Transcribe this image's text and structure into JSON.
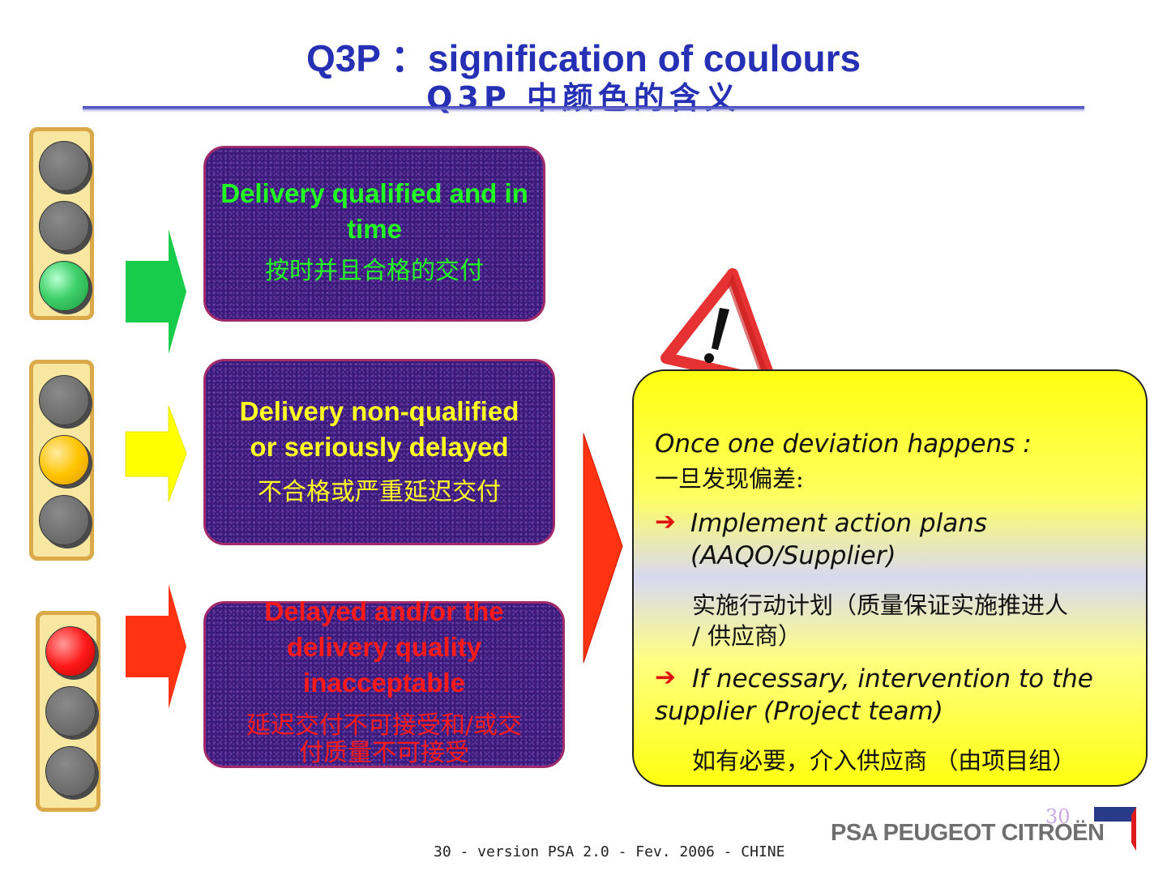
{
  "title": {
    "line1": "Q3P ：signification of coulours",
    "line2": "Q3P 中颜色的含义"
  },
  "boxes": {
    "green": {
      "en": "Delivery qualified and in time",
      "cn": "按时并且合格的交付",
      "text_color": "#22ff22"
    },
    "yellow": {
      "en": "Delivery non-qualified or seriously delayed",
      "cn": "不合格或严重延迟交付",
      "text_color": "#ffff22"
    },
    "red": {
      "en": "Delayed and/or the delivery quality inacceptable",
      "cn": "延迟交付不可接受和/或交付质量不可接受",
      "text_color": "#ff1a1a"
    }
  },
  "info": {
    "intro_en": "Once one deviation happens :",
    "intro_cn": "一旦发现偏差:",
    "bullet1_en": "Implement action plans (AAQO/Supplier)",
    "bullet1_cn_a": "实施行动计划（质量保证实施推进人",
    "bullet1_cn_b": "/ 供应商）",
    "bullet2_en": "If necessary, intervention to the supplier (Project team)",
    "bullet2_cn": "如有必要，介入供应商 （由项目组）",
    "bullet_glyph": "➔"
  },
  "colors": {
    "title": "#2630b4",
    "arrow_green": "#17cc4a",
    "arrow_yellow": "#ffff00",
    "arrow_red": "#ff3311"
  },
  "footer": {
    "text": "30 - version PSA 2.0  -  Fev. 2006 -   CHINE",
    "page_number": "30",
    "brand": "PSA PEUGEOT CITROËN"
  }
}
